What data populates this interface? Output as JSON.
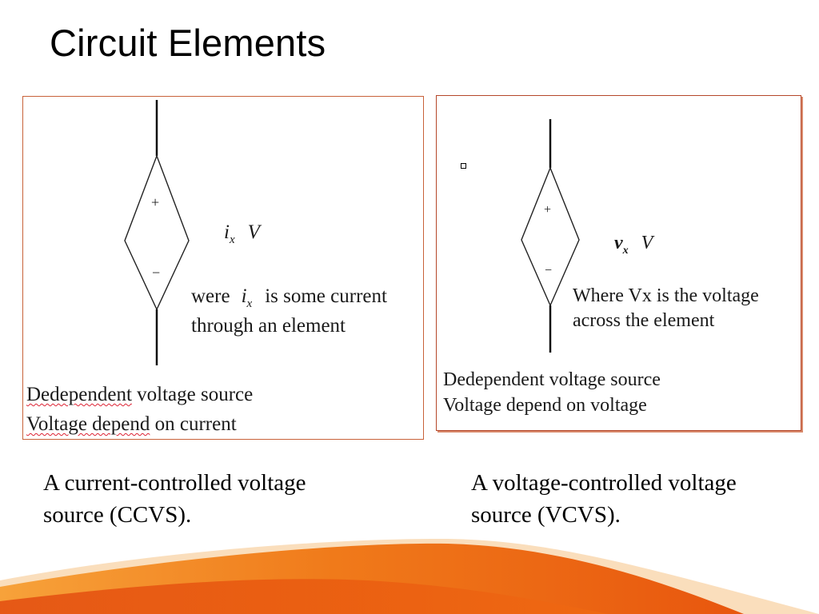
{
  "slide": {
    "title": "Circuit Elements"
  },
  "left_panel": {
    "plus": "+",
    "minus": "−",
    "var_main": "i",
    "var_sub": "x",
    "unit": "V",
    "note_prefix": "were",
    "note_var_main": "i",
    "note_var_sub": "x",
    "note_suffix": "is some current",
    "note_line2": "through an element",
    "label_line1_a": "Dedependent",
    "label_line1_b": " voltage source",
    "label_line2_a": "Voltage depend",
    "label_line2_b": " on current"
  },
  "right_panel": {
    "plus": "+",
    "minus": "−",
    "var_main": "v",
    "var_sub": "x",
    "unit": "V",
    "note_line1": "Where Vx is the voltage",
    "note_line2": "across the element",
    "label_line1": "Dedependent voltage source",
    "label_line2": "Voltage depend on voltage"
  },
  "captions": {
    "left_line1": "A current-controlled voltage",
    "left_line2": "source (CCVS).",
    "right_line1": "A voltage-controlled voltage",
    "right_line2": "source (VCVS)."
  },
  "colors": {
    "accent_orange": "#f07a1a",
    "accent_dark": "#e0400a",
    "panel_border": "#c8623a"
  }
}
